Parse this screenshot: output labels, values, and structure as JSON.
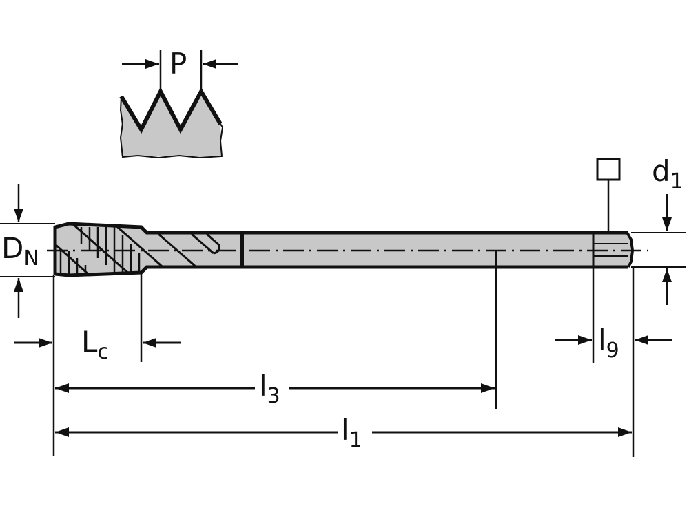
{
  "diagram": {
    "subject": "thread tap dimension drawing",
    "colors": {
      "line": "#111111",
      "body_fill": "#c8c8c8",
      "background": "#ffffff"
    },
    "labels": {
      "pitch": {
        "main": "P",
        "sub": ""
      },
      "nominal_diameter": {
        "main": "D",
        "sub": "N"
      },
      "shank_diameter": {
        "main": "d",
        "sub": "1"
      },
      "chamfer_length": {
        "main": "L",
        "sub": "c"
      },
      "thread_length": {
        "main": "l",
        "sub": "3"
      },
      "total_length": {
        "main": "l",
        "sub": "1"
      },
      "square_length": {
        "main": "l",
        "sub": "9"
      }
    },
    "symbols": {
      "square_drive": "square-symbol"
    }
  }
}
